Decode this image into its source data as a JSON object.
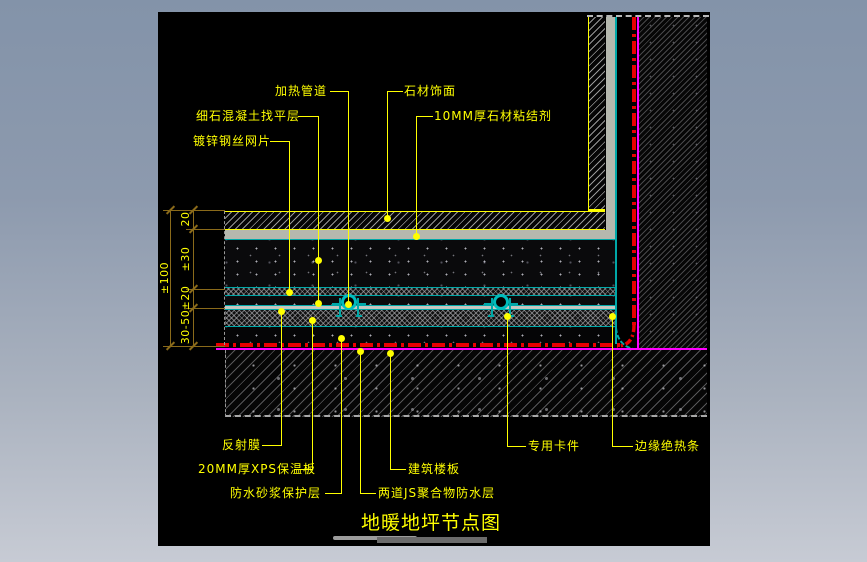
{
  "drawing": {
    "title": "地暖地坪节点图",
    "callouts": {
      "heating_pipe": "加热管道",
      "stone_finish": "石材饰面",
      "concrete_leveling": "细石混凝土找平层",
      "stone_adhesive": "10MM厚石材粘结剂",
      "wire_mesh": "镀锌钢丝网片",
      "reflective_film": "反射膜",
      "xps_board": "20MM厚XPS保温板",
      "mortar_protection": "防水砂浆保护层",
      "js_waterproof": "两道JS聚合物防水层",
      "building_slab": "建筑楼板",
      "pipe_clip": "专用卡件",
      "edge_insulation": "边缘绝热条"
    },
    "dimensions": {
      "overall": "±100",
      "seg_finish": "20",
      "seg_leveling": "±30",
      "seg_pipe": "±20",
      "seg_insulation": "30-50"
    },
    "colors": {
      "callout_yellow": "#ffff00",
      "dimension_brown": "#8a6a1a",
      "layer_teal": "#00a8a8",
      "waterproof_red": "#e80000",
      "slab_magenta": "#ff00ff",
      "adhesive_gray": "#b5b8ae"
    }
  }
}
